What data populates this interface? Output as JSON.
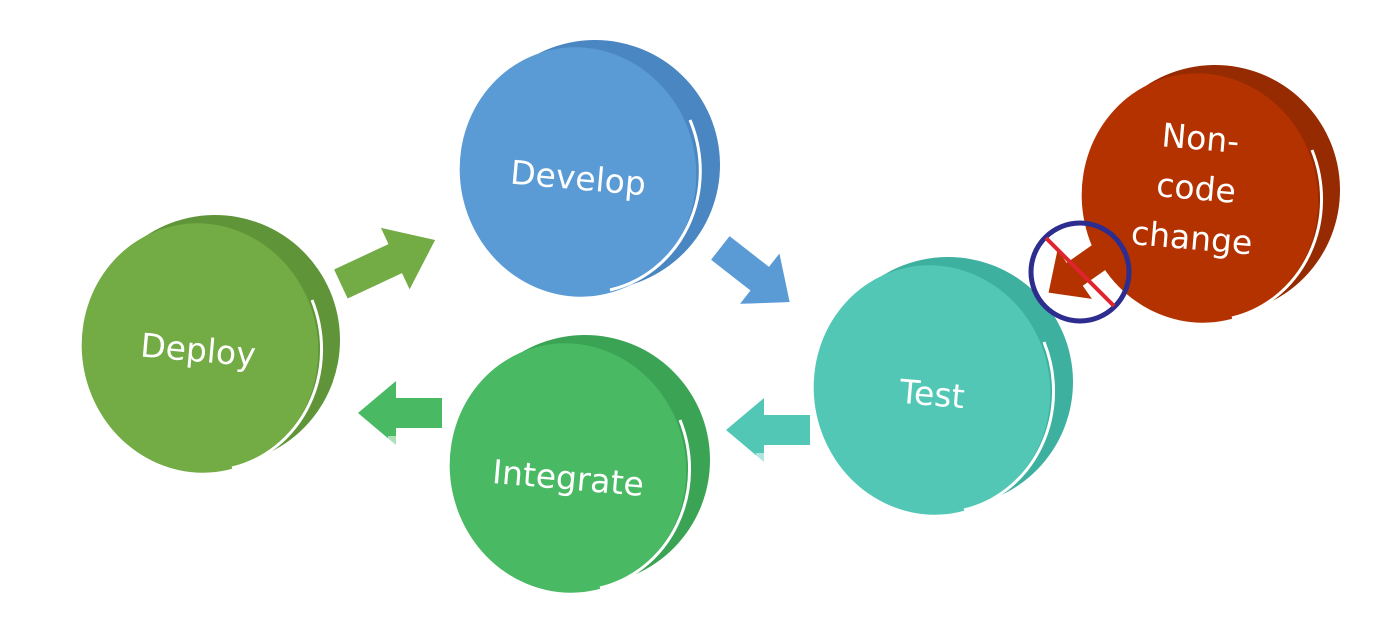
{
  "nodes": {
    "develop": {
      "label": "Develop",
      "color": "#5b9bd5",
      "side": "#4a86c2"
    },
    "test": {
      "label": "Test",
      "color": "#52c7b6",
      "side": "#3eb0a0"
    },
    "integrate": {
      "label": "Integrate",
      "color": "#49b964",
      "side": "#3aa354"
    },
    "deploy": {
      "label": "Deploy",
      "color": "#73ab45",
      "side": "#5f9538"
    },
    "non_code": {
      "lines": [
        "Non-",
        "code",
        "change"
      ],
      "color": "#b33200",
      "side": "#962a00"
    }
  },
  "arrows": {
    "deploy_to_develop": {
      "color": "#73ab45"
    },
    "develop_to_test": {
      "color": "#5b9bd5"
    },
    "test_to_integrate": {
      "color": "#52c7b6"
    },
    "integrate_to_deploy": {
      "color": "#49b964"
    },
    "non_code_to_test": {
      "color": "#b33200"
    }
  },
  "prohibited_sign": {
    "icon": "no-entry-icon",
    "color": "#2d2d8f",
    "slash_color": "#e0242e"
  }
}
